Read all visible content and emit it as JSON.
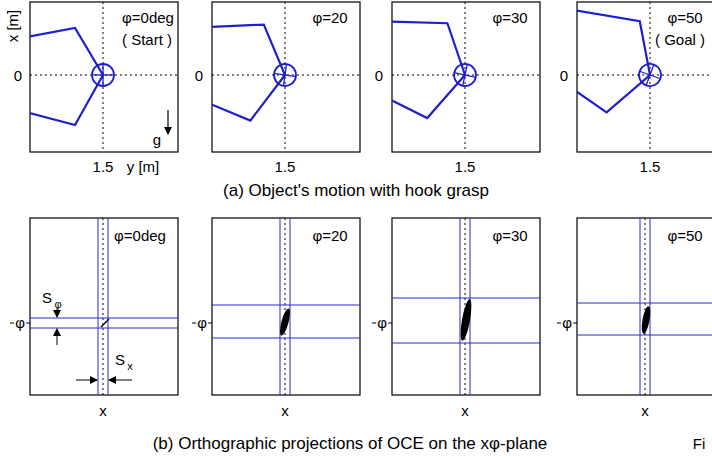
{
  "diagram": {
    "labels": [
      "x [m]",
      "0",
      "φ=0deg",
      "( Start )",
      "g",
      "y [m]",
      "1.5",
      "0",
      "φ=20",
      "1.5",
      "0",
      "φ=30",
      "1.5",
      "0",
      "φ=50",
      "( Goal )",
      "1.5",
      "(a) Object's motion with hook grasp",
      "φ",
      "φ=0deg",
      "S",
      "φ",
      "S",
      "x",
      "x",
      "φ",
      "φ=20",
      "x",
      "φ",
      "φ=30",
      "x",
      "φ",
      "φ=50",
      "x",
      "(b) Orthographic projections of OCE on the xφ-plane",
      "Fi"
    ]
  }
}
